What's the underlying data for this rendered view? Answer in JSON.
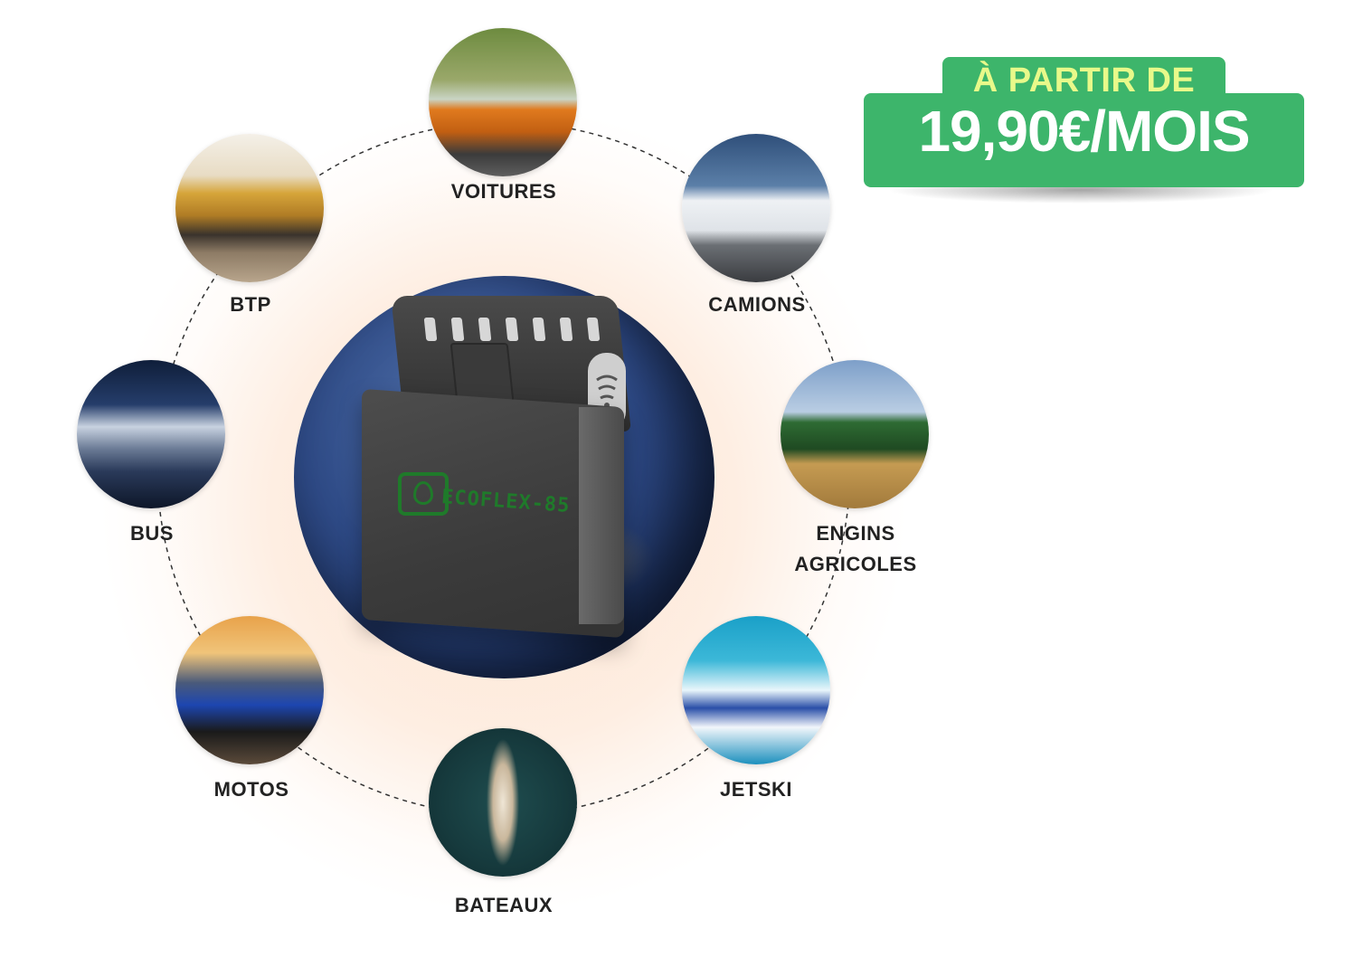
{
  "price_badge": {
    "top_line": "À PARTIR DE",
    "price": "19,90€/MOIS",
    "background_color": "#3db56b",
    "top_line_color": "#e8f98a"
  },
  "device": {
    "label": "ECOFLEX-85",
    "brand_color": "#1f7a2a"
  },
  "categories": [
    {
      "label": "VOITURES",
      "icon": "car-photo"
    },
    {
      "label": "CAMIONS",
      "icon": "truck-photo"
    },
    {
      "label": "ENGINS\nAGRICOLES",
      "icon": "tractor-photo"
    },
    {
      "label": "JETSKI",
      "icon": "jetski-photo"
    },
    {
      "label": "BATEAUX",
      "icon": "boat-photo"
    },
    {
      "label": "MOTOS",
      "icon": "motorcycle-photo"
    },
    {
      "label": "BUS",
      "icon": "bus-photo"
    },
    {
      "label": "BTP",
      "icon": "dump-truck-photo"
    }
  ]
}
